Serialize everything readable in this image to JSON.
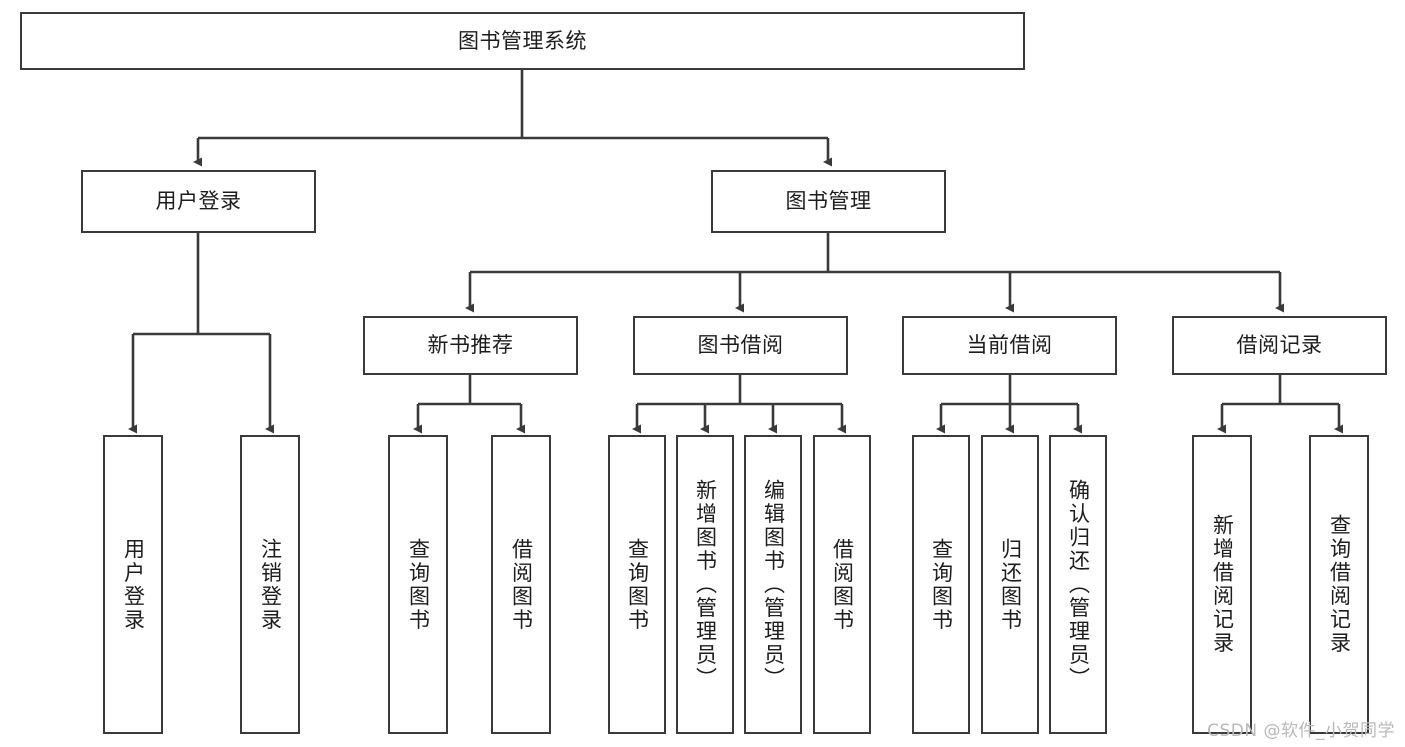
{
  "diagram": {
    "title": "图书管理系统",
    "type": "tree-hierarchy",
    "watermark": "CSDN @软件_小贺同学",
    "colors": {
      "box_border": "#3a3a3a",
      "box_fill": "#ffffff",
      "connector": "#3a3a3a",
      "text": "#1d1d1d",
      "watermark": "#b9b9b9"
    },
    "levels": {
      "root": {
        "label": "图书管理系统"
      },
      "level2": [
        {
          "label": "用户登录"
        },
        {
          "label": "图书管理"
        }
      ],
      "level3": [
        {
          "label": "新书推荐"
        },
        {
          "label": "图书借阅"
        },
        {
          "label": "当前借阅"
        },
        {
          "label": "借阅记录"
        }
      ],
      "leaves": {
        "user_login": [
          {
            "label": "用户登录"
          },
          {
            "label": "注销登录"
          }
        ],
        "new_book_recommend": [
          {
            "label": "查询图书"
          },
          {
            "label": "借阅图书"
          }
        ],
        "book_borrow": [
          {
            "label": "查询图书"
          },
          {
            "label": "新增图书（管理员）"
          },
          {
            "label": "编辑图书（管理员）"
          },
          {
            "label": "借阅图书"
          }
        ],
        "current_borrow": [
          {
            "label": "查询图书"
          },
          {
            "label": "归还图书"
          },
          {
            "label": "确认归还（管理员）"
          }
        ],
        "borrow_record": [
          {
            "label": "新增借阅记录"
          },
          {
            "label": "查询借阅记录"
          }
        ]
      }
    }
  }
}
